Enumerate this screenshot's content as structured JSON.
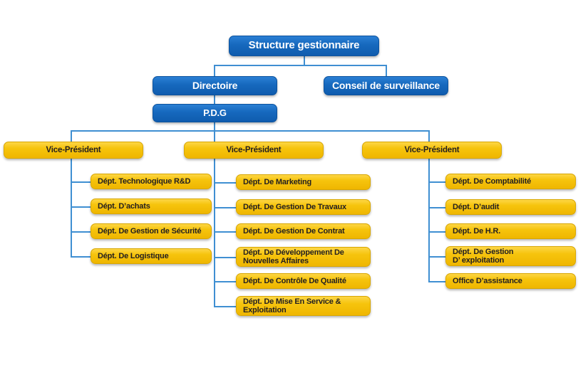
{
  "colors": {
    "blue_fill": "#1668bd",
    "blue_border": "#0d539e",
    "yellow_fill": "#f6c40d",
    "yellow_border": "#d9a700",
    "connector": "#3f8fd2",
    "blue_text": "#ffffff",
    "yellow_text": "#231f20",
    "background": "#ffffff"
  },
  "diagram": {
    "title": "Structure gestionnaire",
    "type": "organizational-chart"
  },
  "root": {
    "label": "Structure gestionnaire"
  },
  "level2": [
    {
      "label": "Directoire"
    },
    {
      "label": "Conseil de surveillance"
    }
  ],
  "pdg": {
    "label": "P.D.G"
  },
  "columns": [
    {
      "head": "Vice-Président",
      "items": [
        {
          "label": "Dépt. Technologique R&D"
        },
        {
          "label": "Dépt. D’achats"
        },
        {
          "label": "Dépt. De Gestion de Sécurité"
        },
        {
          "label": "Dépt. De Logistique"
        }
      ]
    },
    {
      "head": "Vice-Président",
      "items": [
        {
          "label": "Dépt. De Marketing"
        },
        {
          "label": "Dépt. De Gestion De Travaux"
        },
        {
          "label": "Dépt. De Gestion De Contrat"
        },
        {
          "label": "Dépt. De Développement De\nNouvelles Affaires"
        },
        {
          "label": "Dépt. De Contrôle De Qualité"
        },
        {
          "label": "Dépt. De Mise En Service &\nExploitation"
        }
      ]
    },
    {
      "head": "Vice-Président",
      "items": [
        {
          "label": "Dépt. De Comptabilité"
        },
        {
          "label": "Dépt. D’audit"
        },
        {
          "label": "Dépt. De H.R."
        },
        {
          "label": "Dépt. De Gestion\nD’  exploitation"
        },
        {
          "label": "Office D’assistance"
        }
      ]
    }
  ]
}
